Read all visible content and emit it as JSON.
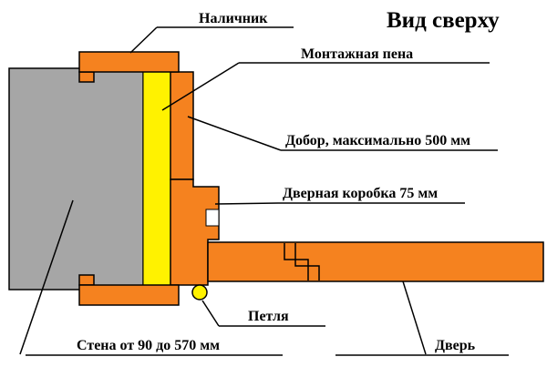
{
  "title": "Вид сверху",
  "labels": {
    "casing": "Наличник",
    "foam": "Монтажная пена",
    "extension": "Добор, максимально 500 мм",
    "frame": "Дверная коробка 75 мм",
    "hinge": "Петля",
    "wall": "Стена от 90 до 570 мм",
    "door": "Дверь"
  },
  "colors": {
    "orange": "#F5821F",
    "yellow": "#FFF200",
    "gray": "#A6A6A6",
    "line": "#000000",
    "background": "#FFFFFF"
  }
}
